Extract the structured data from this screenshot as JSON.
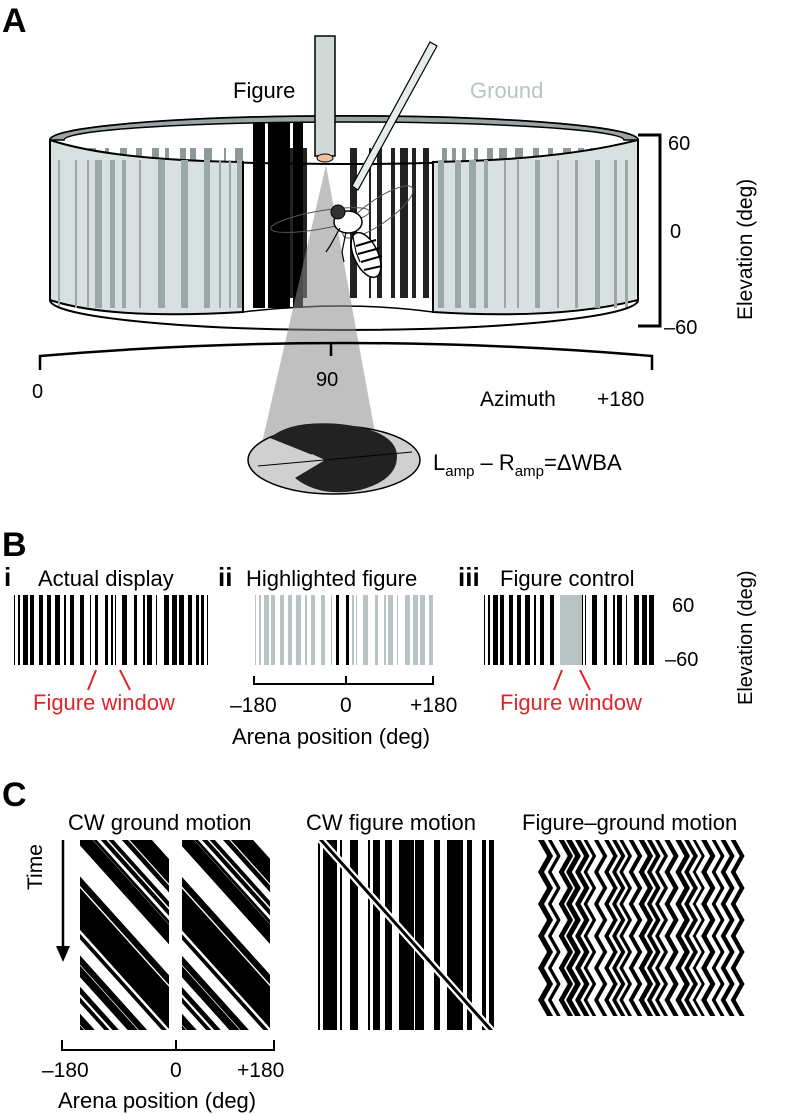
{
  "panelA": {
    "letter": "A",
    "figure_label": "Figure",
    "ground_label": "Ground",
    "elevation_ticks": [
      "60",
      "0",
      "–60"
    ],
    "elevation_label": "Elevation (deg)",
    "azimuth_ticks": [
      "0",
      "90",
      "+180"
    ],
    "azimuth_label": "Azimuth",
    "wba_L": "L",
    "wba_L_sub": "amp",
    "wba_mid": " – R",
    "wba_R_sub": "amp",
    "wba_end": "=ΔWBA"
  },
  "panelB": {
    "letter": "B",
    "sub_i": "i",
    "title_i": "Actual display",
    "sub_ii": "ii",
    "title_ii": "Highlighted figure",
    "sub_iii": "iii",
    "title_iii": "Figure control",
    "figure_window": "Figure window",
    "figure_window_2": "Figure window",
    "x_ticks": [
      "–180",
      "0",
      "+180"
    ],
    "xlabel": "Arena position (deg)",
    "elev_ticks": [
      "60",
      "–60"
    ],
    "elev_label": "Elevation (deg)"
  },
  "panelC": {
    "letter": "C",
    "title_1": "CW ground motion",
    "title_2": "CW figure motion",
    "title_3": "Figure–ground motion",
    "time_label": "Time",
    "x_ticks": [
      "–180",
      "0",
      "+180"
    ],
    "xlabel": "Arena position (deg)"
  },
  "colors": {
    "accent_red": "#e0262b",
    "ground_grey": "#b8c4c4",
    "arena_fill": "#d8e0e0"
  }
}
